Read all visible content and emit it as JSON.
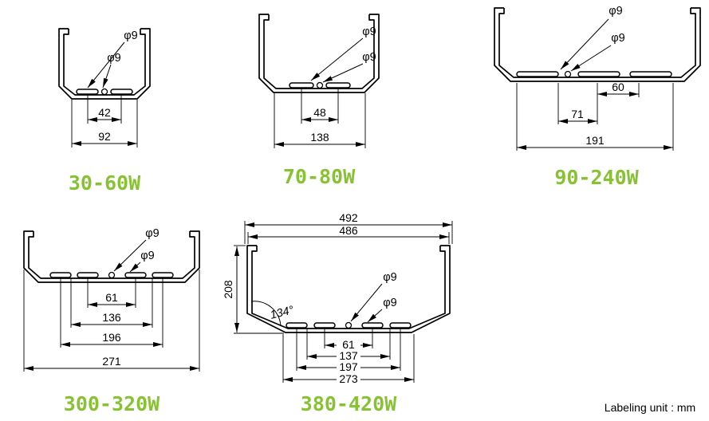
{
  "page": {
    "footer": "Labeling unit : mm"
  },
  "colors": {
    "accent": "#86C232",
    "ink": "#000000"
  },
  "diagrams": {
    "d1": {
      "label": "30-60W",
      "hole_top": "φ9",
      "hole_bottom": "φ9",
      "dim_42": "42",
      "dim_92": "92"
    },
    "d2": {
      "label": "70-80W",
      "hole_top": "φ9",
      "hole_bottom": "φ9",
      "dim_48": "48",
      "dim_138": "138"
    },
    "d3": {
      "label": "90-240W",
      "hole_top": "φ9",
      "hole_bottom": "φ9",
      "dim_60": "60",
      "dim_71": "71",
      "dim_191": "191"
    },
    "d4": {
      "label": "300-320W",
      "hole_top": "φ9",
      "hole_bottom": "φ9",
      "dim_61": "61",
      "dim_136": "136",
      "dim_196": "196",
      "dim_271": "271"
    },
    "d5": {
      "label": "380-420W",
      "hole_top": "φ9",
      "hole_bottom": "φ9",
      "dim_492": "492",
      "dim_486": "486",
      "dim_208": "208",
      "angle": "134°",
      "dim_61": "61",
      "dim_137": "137",
      "dim_197": "197",
      "dim_273": "273"
    }
  }
}
